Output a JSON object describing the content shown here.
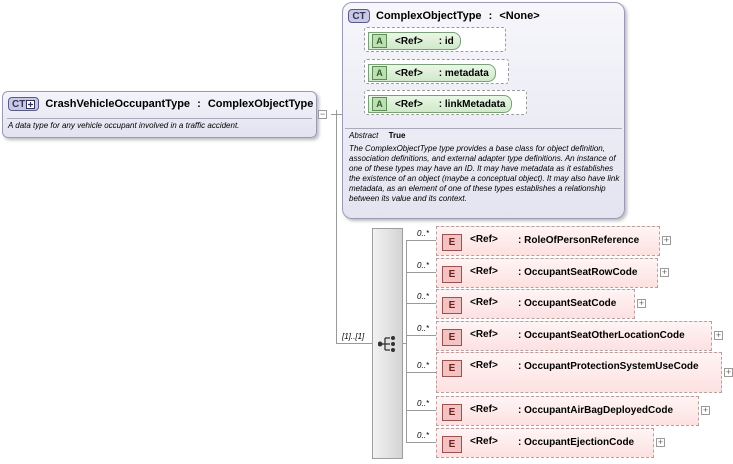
{
  "main_type": {
    "badge": "CT",
    "name": "CrashVehicleOccupantType",
    "sep": ":",
    "base": "ComplexObjectType",
    "doc": "A data type for any vehicle occupant involved in a traffic accident."
  },
  "base_type": {
    "badge": "CT",
    "name": "ComplexObjectType",
    "sep": ":",
    "base": "<None>",
    "attributes": [
      {
        "badge": "A",
        "ref": "<Ref>",
        "name": ": id"
      },
      {
        "badge": "A",
        "ref": "<Ref>",
        "name": ": metadata"
      },
      {
        "badge": "A",
        "ref": "<Ref>",
        "name": ": linkMetadata"
      }
    ],
    "abstract_label": "Abstract",
    "abstract_value": "True",
    "doc": "The ComplexObjectType type provides a base class for object definition, association definitions, and external adapter type definitions. An instance of one of these types may have an ID. It may have metadata as it establishes the existence of an object (maybe a conceptual object). It may also have link metadata, as an element of one of these types establishes a relationship between its value and its context."
  },
  "sequence": {
    "occurrence": "[1]..[1]"
  },
  "elements": [
    {
      "badge": "E",
      "occurrence": "0..*",
      "ref": "<Ref>",
      "name": ": RoleOfPersonReference"
    },
    {
      "badge": "E",
      "occurrence": "0..*",
      "ref": "<Ref>",
      "name": ": OccupantSeatRowCode"
    },
    {
      "badge": "E",
      "occurrence": "0..*",
      "ref": "<Ref>",
      "name": ": OccupantSeatCode"
    },
    {
      "badge": "E",
      "occurrence": "0..*",
      "ref": "<Ref>",
      "name": ": OccupantSeatOtherLocationCode"
    },
    {
      "badge": "E",
      "occurrence": "0..*",
      "ref": "<Ref>",
      "name": ": OccupantProtectionSystemUseCode"
    },
    {
      "badge": "E",
      "occurrence": "0..*",
      "ref": "<Ref>",
      "name": ": OccupantAirBagDeployedCode"
    },
    {
      "badge": "E",
      "occurrence": "0..*",
      "ref": "<Ref>",
      "name": ": OccupantEjectionCode"
    }
  ],
  "expand_symbol": "+",
  "collapse_symbol": "−"
}
